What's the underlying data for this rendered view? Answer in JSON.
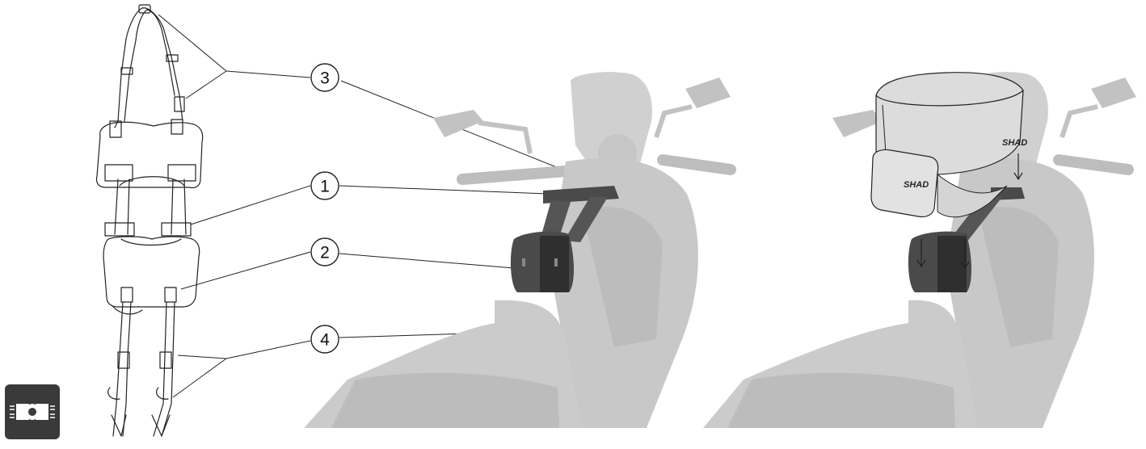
{
  "callouts": [
    {
      "number": "3"
    },
    {
      "number": "1"
    },
    {
      "number": "2"
    },
    {
      "number": "4"
    }
  ],
  "bag_brand": {
    "side_pocket": "SHAD",
    "main_body": "SHAD"
  },
  "icon": {
    "name": "strap-mount-icon",
    "background": "#3a3a3a"
  },
  "colors": {
    "scooter": "#c8c8c8",
    "scooter_detail": "#b4b4b4",
    "harness": "#4a4a4a",
    "harness_dark": "#2f2f2f",
    "outline": "#222222",
    "bag_body": "#dcdcdc"
  }
}
